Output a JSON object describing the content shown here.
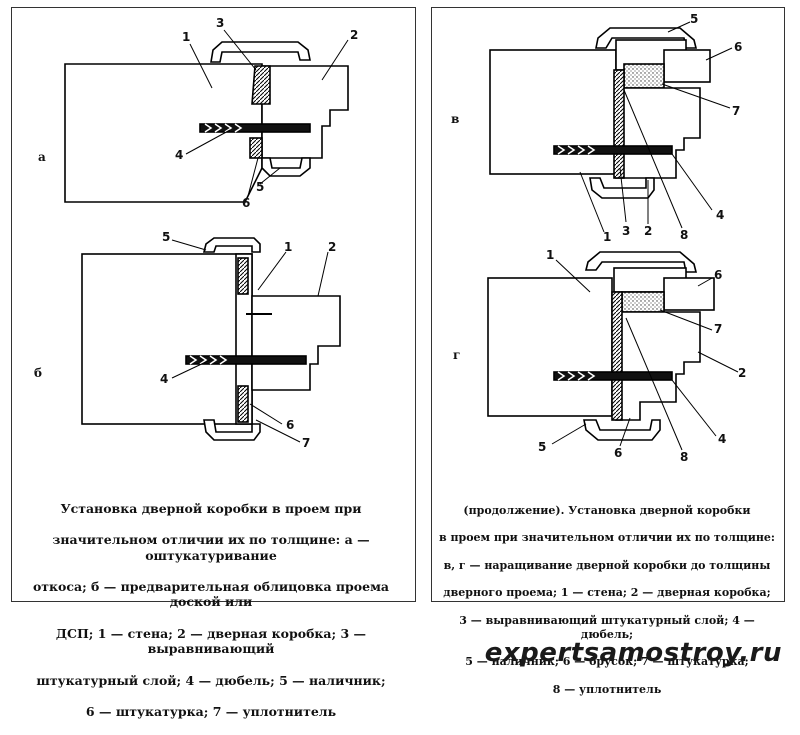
{
  "left_panel": {
    "caption_lines": [
      "Установка дверной коробки в проем при",
      "значительном отличии их по толщине: а — оштукатуривание",
      "откоса; б — предварительная облицовка проема доской или",
      "ДСП; 1 — стена; 2 — дверная коробка; 3 — выравнивающий",
      "штукатурный слой; 4 — дюбель; 5 — наличник;",
      "6 — штукатурка; 7 — уплотнитель"
    ],
    "figure_a": {
      "letter": "а",
      "callouts": [
        "1",
        "2",
        "3",
        "4",
        "5",
        "6"
      ]
    },
    "figure_b": {
      "letter": "б",
      "callouts": [
        "1",
        "2",
        "4",
        "5",
        "6",
        "7"
      ]
    }
  },
  "right_panel": {
    "caption_lines": [
      "(продолжение). Установка дверной коробки",
      "в проем при значительном отличии их по толщине:",
      "в, г — наращивание дверной коробки до толщины",
      "дверного проема; 1 — стена; 2 — дверная коробка;",
      "3 — выравнивающий штукатурный слой; 4 — дюбель;",
      "5 — наличник; 6 — брусок; 7 — штукатурка;",
      "8 — уплотнитель"
    ],
    "figure_v": {
      "letter": "в",
      "callouts": [
        "5",
        "6",
        "7",
        "4",
        "1",
        "3",
        "2",
        "8"
      ]
    },
    "figure_g": {
      "letter": "г",
      "callouts": [
        "1",
        "6",
        "7",
        "2",
        "4",
        "5",
        "6",
        "8"
      ]
    }
  },
  "watermark": "expertsamostroy.ru"
}
